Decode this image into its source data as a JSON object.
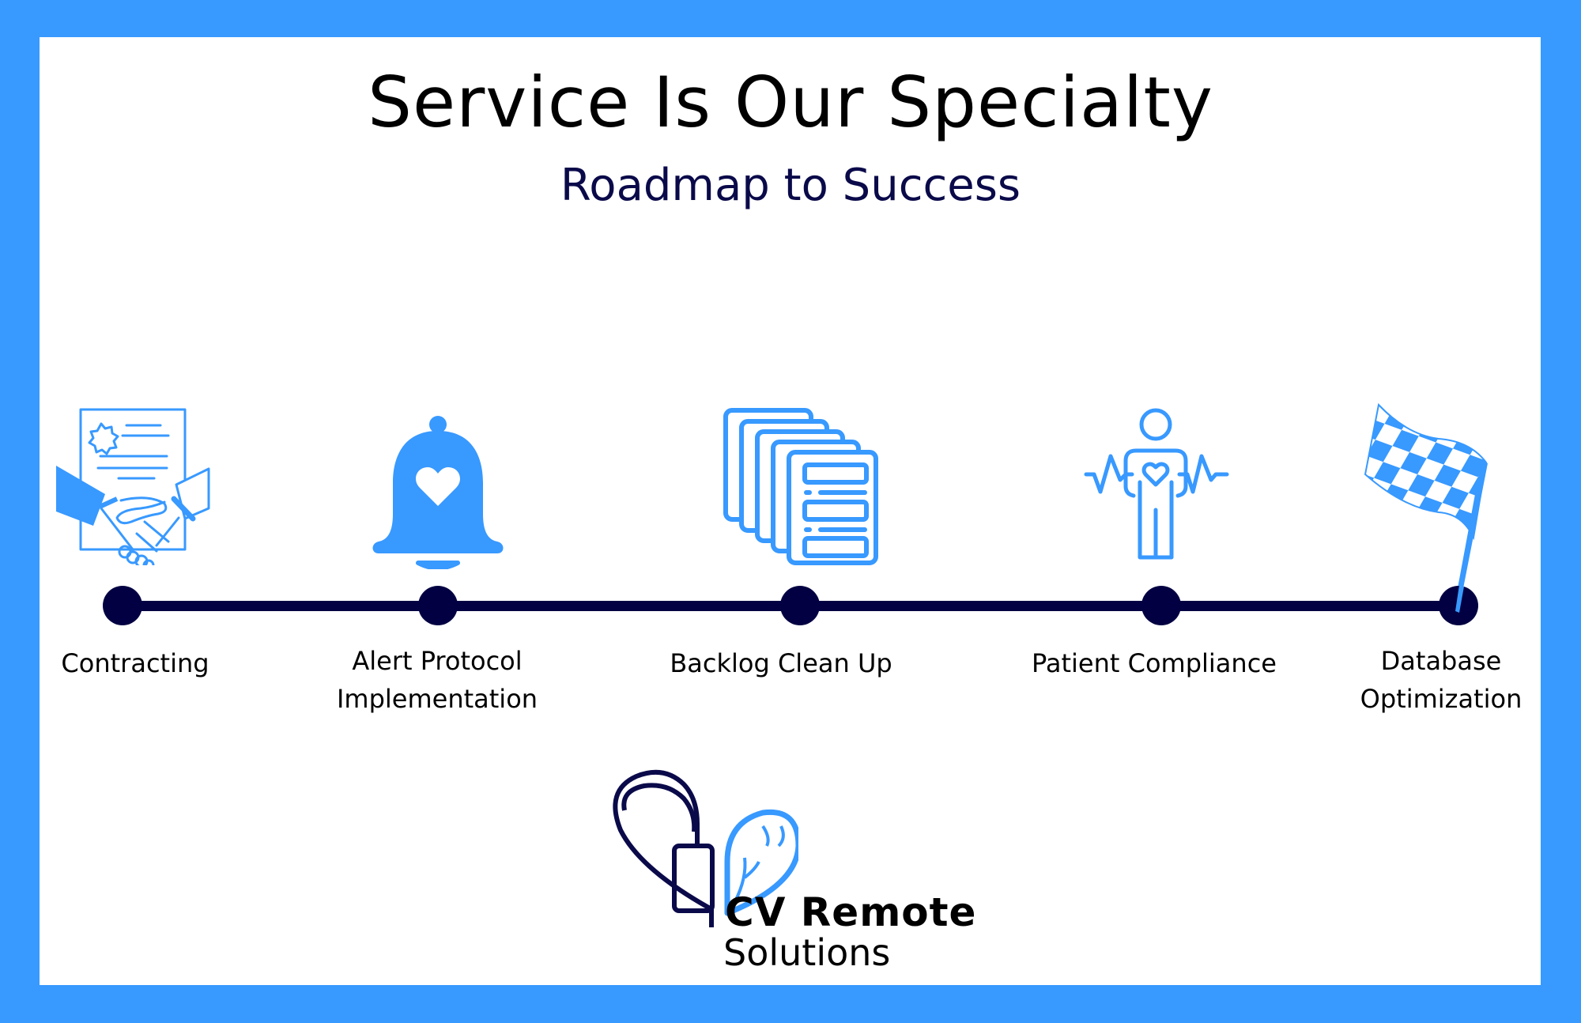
{
  "header": {
    "title": "Service Is Our Specialty",
    "subtitle": "Roadmap to Success"
  },
  "colors": {
    "frame": "#3899FF",
    "accent": "#3899FF",
    "timeline": "#020042",
    "subtitle": "#0A0A4A"
  },
  "timeline": {
    "steps": [
      {
        "label": "Contracting",
        "icon": "handshake-contract-icon"
      },
      {
        "label_line1": "Alert Protocol",
        "label_line2": "Implementation",
        "icon": "bell-heart-icon"
      },
      {
        "label": "Backlog Clean Up",
        "icon": "document-stack-icon"
      },
      {
        "label": "Patient Compliance",
        "icon": "person-heartbeat-icon"
      },
      {
        "label_line1": "Database",
        "label_line2": "Optimization",
        "icon": "checkered-flag-icon"
      }
    ]
  },
  "logo": {
    "line1": "CV Remote",
    "line2": "Solutions",
    "icon": "heart-lung-logo-icon"
  }
}
